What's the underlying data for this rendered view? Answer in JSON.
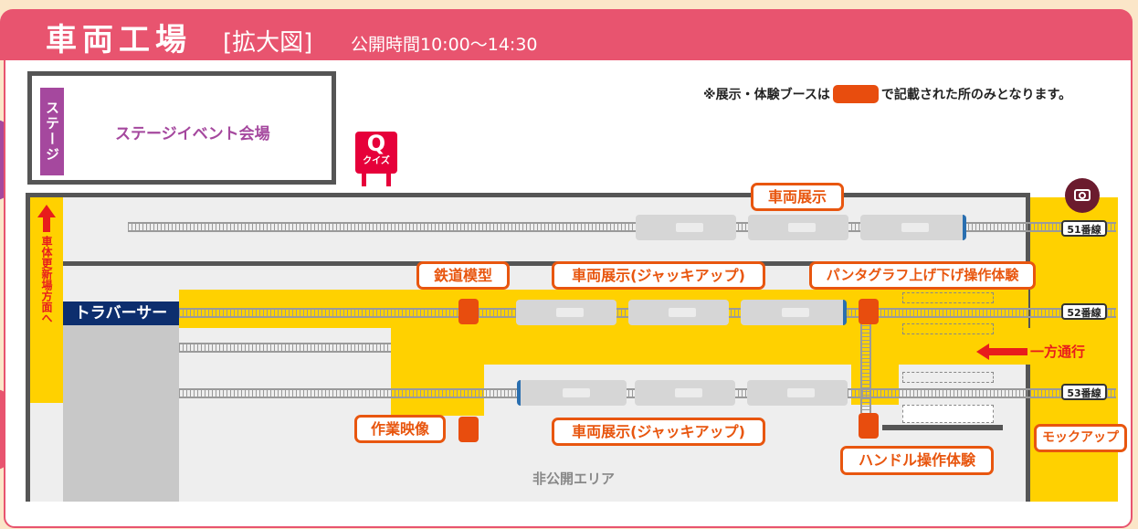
{
  "header": {
    "title": "車両工場",
    "subtitle": "[拡大図]",
    "hours": "公開時間10:00〜14:30"
  },
  "note": {
    "prefix": "※展示・体験ブースは",
    "suffix": "で記載された所のみとなります。"
  },
  "stage": {
    "label": "ステージ",
    "event": "ステージイベント会場"
  },
  "quiz": {
    "letter": "Q",
    "label": "クイズ"
  },
  "left_direction": "車体更新場方面へ",
  "traverser": "トラバーサー",
  "tags": {
    "vehicle_display": "車両展示",
    "railway_model": "鉄道模型",
    "vehicle_jack_up_top": "車両展示(ジャッキアップ)",
    "pantograph": "パンタグラフ上げ下げ操作体験",
    "work_video": "作業映像",
    "vehicle_jack_up_bottom": "車両展示(ジャッキアップ)",
    "handle": "ハンドル操作体験",
    "mockup": "モックアップ"
  },
  "one_way": "一方通行",
  "non_public": "非公開エリア",
  "tracks": [
    "51番線",
    "52番線",
    "53番線"
  ],
  "icons": [
    "camera-icon",
    "up-arrow-icon",
    "left-arrow-icon"
  ],
  "colors": {
    "header": "#e8546f",
    "booth": "#e84d0e",
    "walkway": "#ffd100",
    "stage_purple": "#a5489e",
    "traverser_navy": "#0d2e6e"
  }
}
